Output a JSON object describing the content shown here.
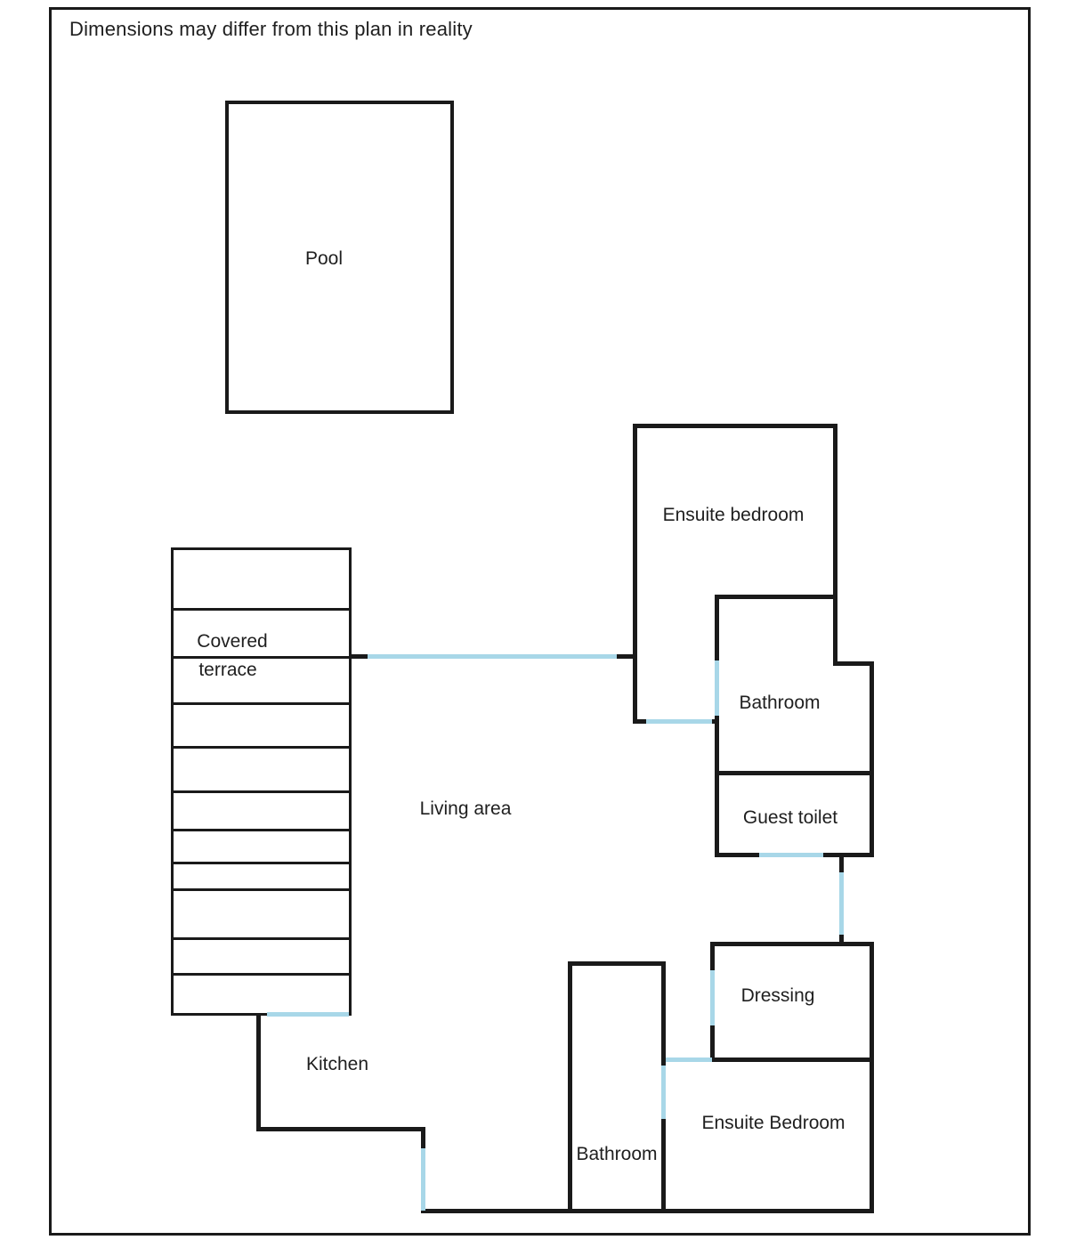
{
  "title": "Dimensions may differ from this plan in reality",
  "colors": {
    "wall": "#1a1a1a",
    "door": "#a8d7e8",
    "background": "#ffffff",
    "text": "#1f1f1f"
  },
  "rooms": {
    "pool": {
      "label": "Pool"
    },
    "covered_terrace": {
      "label_line1": "Covered",
      "label_line2": "terrace"
    },
    "ensuite_bedroom_top": {
      "label": "Ensuite bedroom"
    },
    "bathroom_top": {
      "label": "Bathroom"
    },
    "guest_toilet": {
      "label": "Guest toilet"
    },
    "living_area": {
      "label": "Living area"
    },
    "dressing": {
      "label": "Dressing"
    },
    "kitchen": {
      "label": "Kitchen"
    },
    "bathroom_bottom": {
      "label": "Bathroom"
    },
    "ensuite_bedroom_bottom": {
      "label": "Ensuite Bedroom"
    }
  }
}
